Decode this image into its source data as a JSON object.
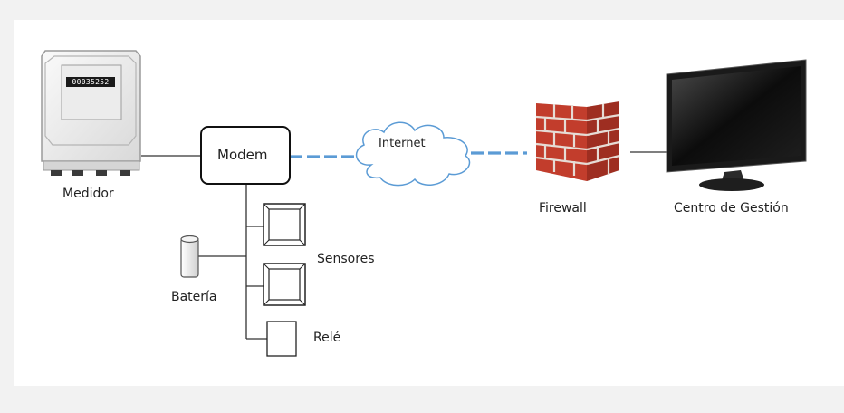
{
  "diagram": {
    "meter_display": "00035252",
    "nodes": {
      "medidor": "Medidor",
      "modem": "Modem",
      "internet": "Internet",
      "firewall": "Firewall",
      "centro": "Centro de Gestión",
      "bateria": "Batería",
      "sensores": "Sensores",
      "rele": "Relé"
    }
  },
  "colors": {
    "dashed_link": "#5b9bd5",
    "brick": "#b53a2b",
    "mortar": "#ded6d0"
  }
}
